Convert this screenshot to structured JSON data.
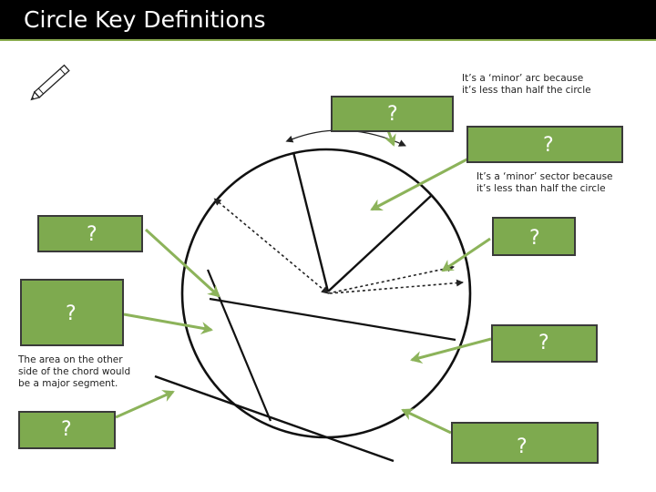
{
  "slide": {
    "title": "Circle Key Definitions"
  },
  "labels": {
    "top_center": "?",
    "top_right": "?",
    "mid_left": "?",
    "mid_right": "?",
    "left_large": "?",
    "right_lower": "?",
    "bottom_left": "?",
    "bottom_right": "?"
  },
  "notes": {
    "minor_arc": "It’s a ‘minor’ arc because it’s less than half the circle",
    "minor_sector": "It’s a ‘minor’ sector because it’s less than half the circle",
    "major_segment": "The area on the other side of the chord would be a major segment."
  },
  "icons": {
    "pencil": "pencil-icon"
  },
  "colors": {
    "title_bar": "#000000",
    "box_fill": "#7eaa4f",
    "arrow": "#8cb35a",
    "title_accent": "#8aac4f"
  }
}
